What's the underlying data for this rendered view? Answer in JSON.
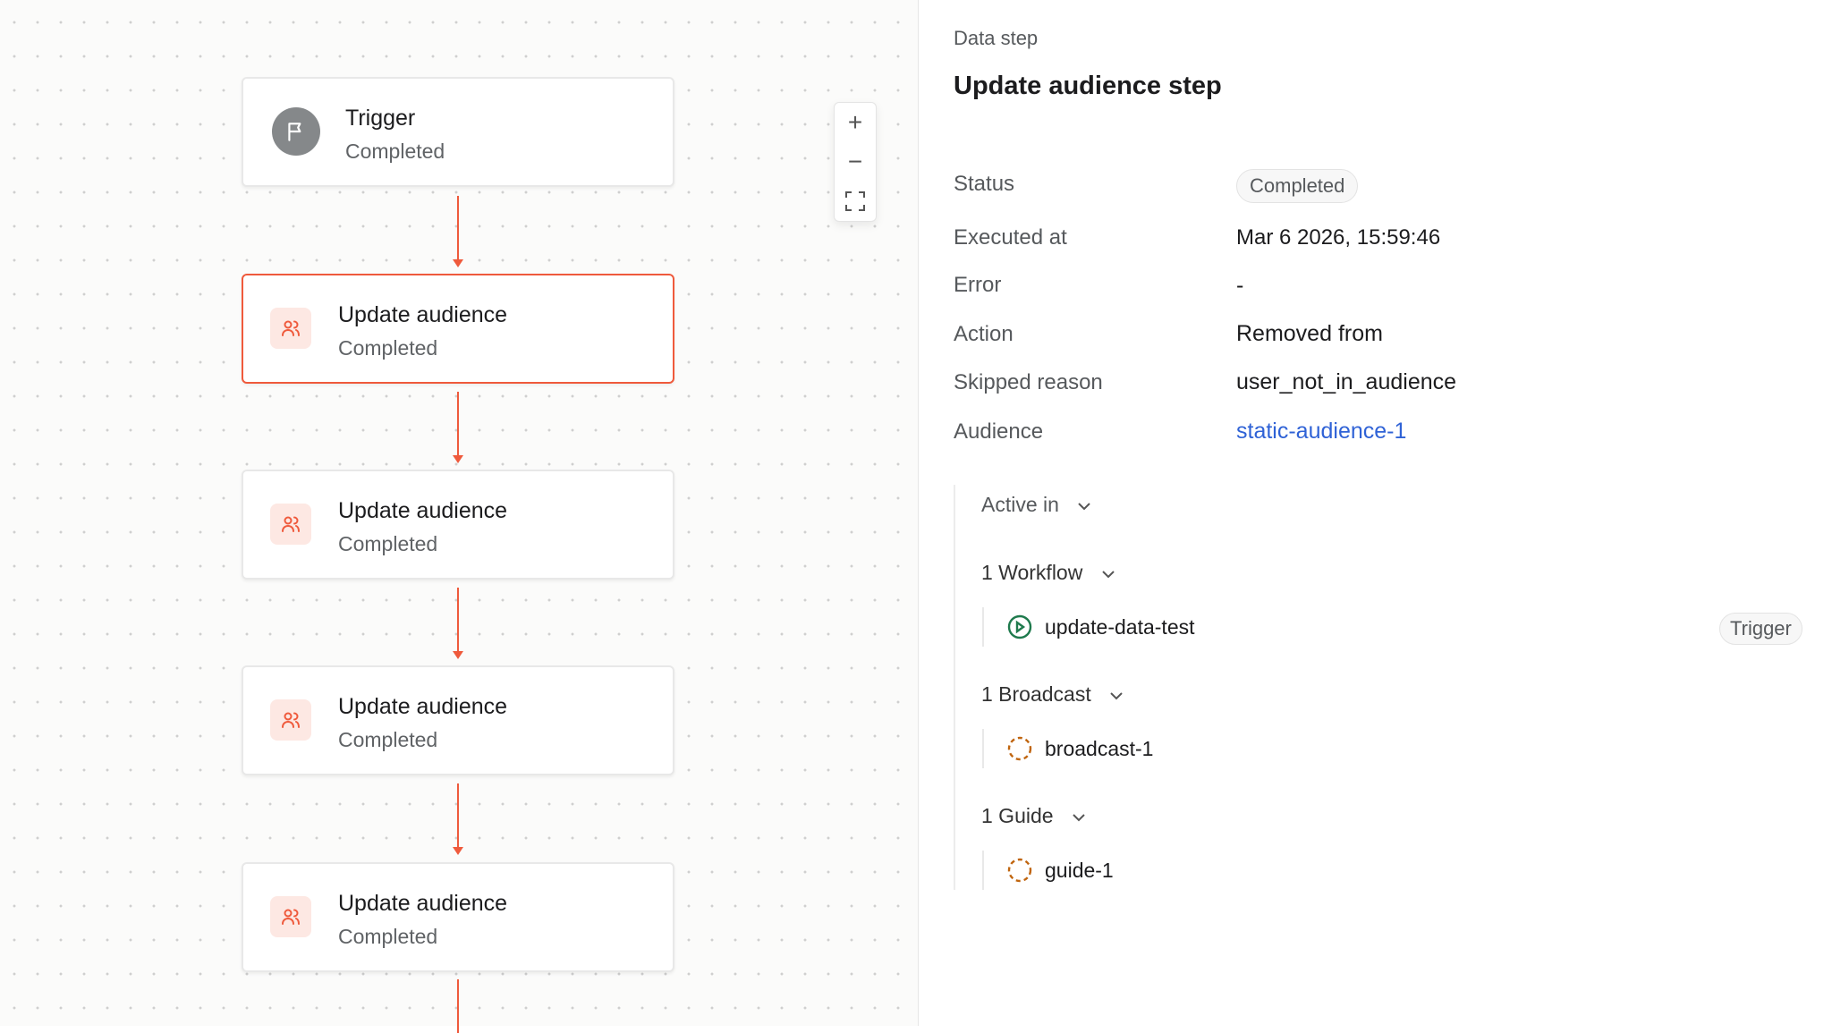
{
  "canvas": {
    "nodes": [
      {
        "title": "Trigger",
        "status": "Completed",
        "icon": "flag-icon"
      },
      {
        "title": "Update audience",
        "status": "Completed",
        "icon": "users-icon",
        "selected": true
      },
      {
        "title": "Update audience",
        "status": "Completed",
        "icon": "users-icon"
      },
      {
        "title": "Update audience",
        "status": "Completed",
        "icon": "users-icon"
      },
      {
        "title": "Update audience",
        "status": "Completed",
        "icon": "users-icon"
      }
    ],
    "zoom_controls": {
      "zoom_in": "+",
      "zoom_out": "−"
    },
    "accent": "#ef5a3c"
  },
  "panel": {
    "eyebrow": "Data step",
    "title": "Update audience step",
    "fields": {
      "status_label": "Status",
      "status_value": "Completed",
      "executed_label": "Executed at",
      "executed_value": "Mar 6 2026, 15:59:46",
      "error_label": "Error",
      "error_value": "-",
      "action_label": "Action",
      "action_value": "Removed from",
      "skipped_label": "Skipped reason",
      "skipped_value": "user_not_in_audience",
      "audience_label": "Audience",
      "audience_value": "static-audience-1"
    },
    "active_in": {
      "label": "Active in",
      "workflow": {
        "label": "1 Workflow",
        "item": "update-data-test",
        "badge": "Trigger"
      },
      "broadcast": {
        "label": "1 Broadcast",
        "item": "broadcast-1"
      },
      "guide": {
        "label": "1 Guide",
        "item": "guide-1"
      }
    },
    "link_color": "#2f62d6"
  }
}
